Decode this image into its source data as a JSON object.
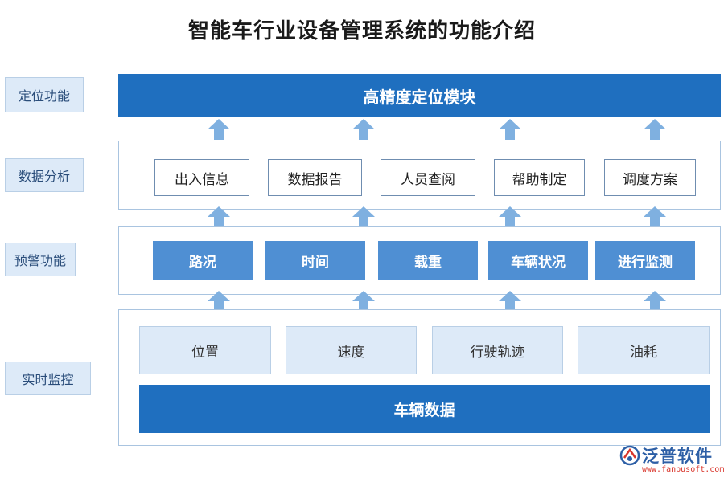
{
  "title": "智能车行业设备管理系统的功能介绍",
  "layers": {
    "positioning": {
      "label": "定位功能",
      "bar": "高精度定位模块"
    },
    "analysis": {
      "label": "数据分析",
      "items": [
        "出入信息",
        "数据报告",
        "人员查阅",
        "帮助制定",
        "调度方案"
      ]
    },
    "warning": {
      "label": "预警功能",
      "items": [
        "路况",
        "时间",
        "载重",
        "车辆状况",
        "进行监测"
      ]
    },
    "monitoring": {
      "label": "实时监控",
      "items": [
        "位置",
        "速度",
        "行驶轨迹",
        "油耗"
      ],
      "bar": "车辆数据"
    }
  },
  "colors": {
    "dark_blue": "#1f6fbf",
    "mid_blue": "#4f8fd3",
    "light_blue": "#ddeaf8",
    "arrow": "#7fb0e0"
  },
  "logo": {
    "name": "泛普软件",
    "url": "www.fanpusoft.com"
  }
}
